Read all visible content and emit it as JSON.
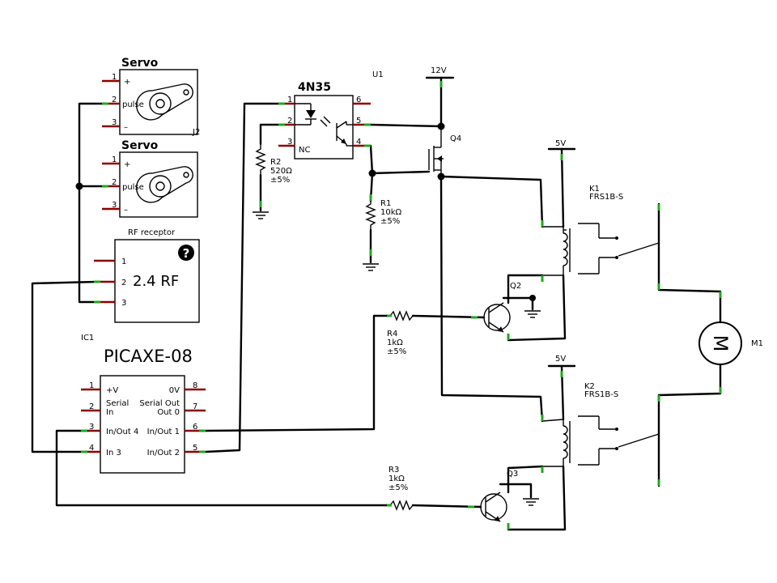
{
  "servo1": {
    "title": "Servo",
    "pin1": "1",
    "pin2": "2",
    "pin3": "3",
    "plus": "+",
    "pulse": "pulse",
    "minus": "–"
  },
  "servo2": {
    "title": "Servo",
    "pin1": "1",
    "pin2": "2",
    "pin3": "3",
    "plus": "+",
    "pulse": "pulse",
    "minus": "–"
  },
  "j2": "J2",
  "rf": {
    "caption": "RF receptor",
    "label": "2.4 RF",
    "pin1": "1",
    "pin2": "2",
    "pin3": "3",
    "unknown_icon": "?"
  },
  "ic1": {
    "ref": "IC1",
    "title": "PICAXE-08",
    "pins_left": [
      {
        "num": "1",
        "label": "+V"
      },
      {
        "num": "2",
        "label": "Serial",
        "label2": "In"
      },
      {
        "num": "3",
        "label": "In/Out 4"
      },
      {
        "num": "4",
        "label": "In 3"
      }
    ],
    "pins_right": [
      {
        "num": "8",
        "label": "0V"
      },
      {
        "num": "7",
        "label": "Serial Out",
        "label2": "Out 0"
      },
      {
        "num": "6",
        "label": "In/Out 1"
      },
      {
        "num": "5",
        "label": "In/Out 2"
      }
    ]
  },
  "opto": {
    "title": "4N35",
    "ref": "U1",
    "p1": "1",
    "p2": "2",
    "p3": "3",
    "p4": "4",
    "p5": "5",
    "p6": "6",
    "nc": "NC"
  },
  "r1": {
    "ref": "R1",
    "value": "10kΩ",
    "tol": "±5%"
  },
  "r2": {
    "ref": "R2",
    "value": "520Ω",
    "tol": "±5%"
  },
  "r3": {
    "ref": "R3",
    "value": "1kΩ",
    "tol": "±5%"
  },
  "r4": {
    "ref": "R4",
    "value": "1kΩ",
    "tol": "±5%"
  },
  "v12": "12V",
  "v5a": "5V",
  "v5b": "5V",
  "q4": "Q4",
  "q2": "Q2",
  "q3": "Q3",
  "k1": {
    "ref": "K1",
    "part": "FRS1B-S"
  },
  "k2": {
    "ref": "K2",
    "part": "FRS1B-S"
  },
  "m1": {
    "ref": "M1",
    "symbol": "M"
  }
}
